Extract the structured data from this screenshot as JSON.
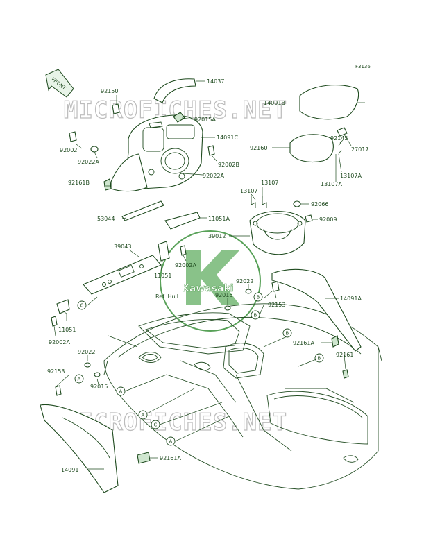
{
  "figure_code": "F3136",
  "front_label": "FRONT",
  "watermark_text": "MICROFICHES.NET",
  "logo_text": "Kawasaki",
  "ref_label": "Ref. Hull",
  "callouts": [
    "A",
    "B",
    "C"
  ],
  "part_labels": {
    "p14037": "14037",
    "p14091B": "14091B",
    "p92150": "92150",
    "p92015A": "92015A",
    "p14091C": "14091C",
    "p92002": "92002",
    "p92022A_1": "92022A",
    "p92002B": "92002B",
    "p92022A_2": "92022A",
    "p92161B": "92161B",
    "p92145": "92145",
    "p27017": "27017",
    "p92160": "92160",
    "p13107A_1": "13107A",
    "p13107A_2": "13107A",
    "p13107_1": "13107",
    "p13107_2": "13107",
    "p92066": "92066",
    "p53044": "53044",
    "p11051A": "11051A",
    "p92009": "92009",
    "p39012": "39012",
    "p39043": "39043",
    "p92002A_1": "92002A",
    "p11051_1": "11051",
    "p92022_1": "92022",
    "p14091A": "14091A",
    "p92015_1": "92015",
    "p92153_1": "92153",
    "p11051_2": "11051",
    "p92002A_2": "92002A",
    "p92161A_1": "92161A",
    "p92022_2": "92022",
    "p92161": "92161",
    "p92153_2": "92153",
    "p92015_2": "92015",
    "p14091": "14091",
    "p92161A_2": "92161A"
  },
  "colors": {
    "line": "#1e4a1e",
    "fill": "#cfe6cf",
    "logo": "#2f8a2f",
    "watermark": "#bcbcbc"
  }
}
